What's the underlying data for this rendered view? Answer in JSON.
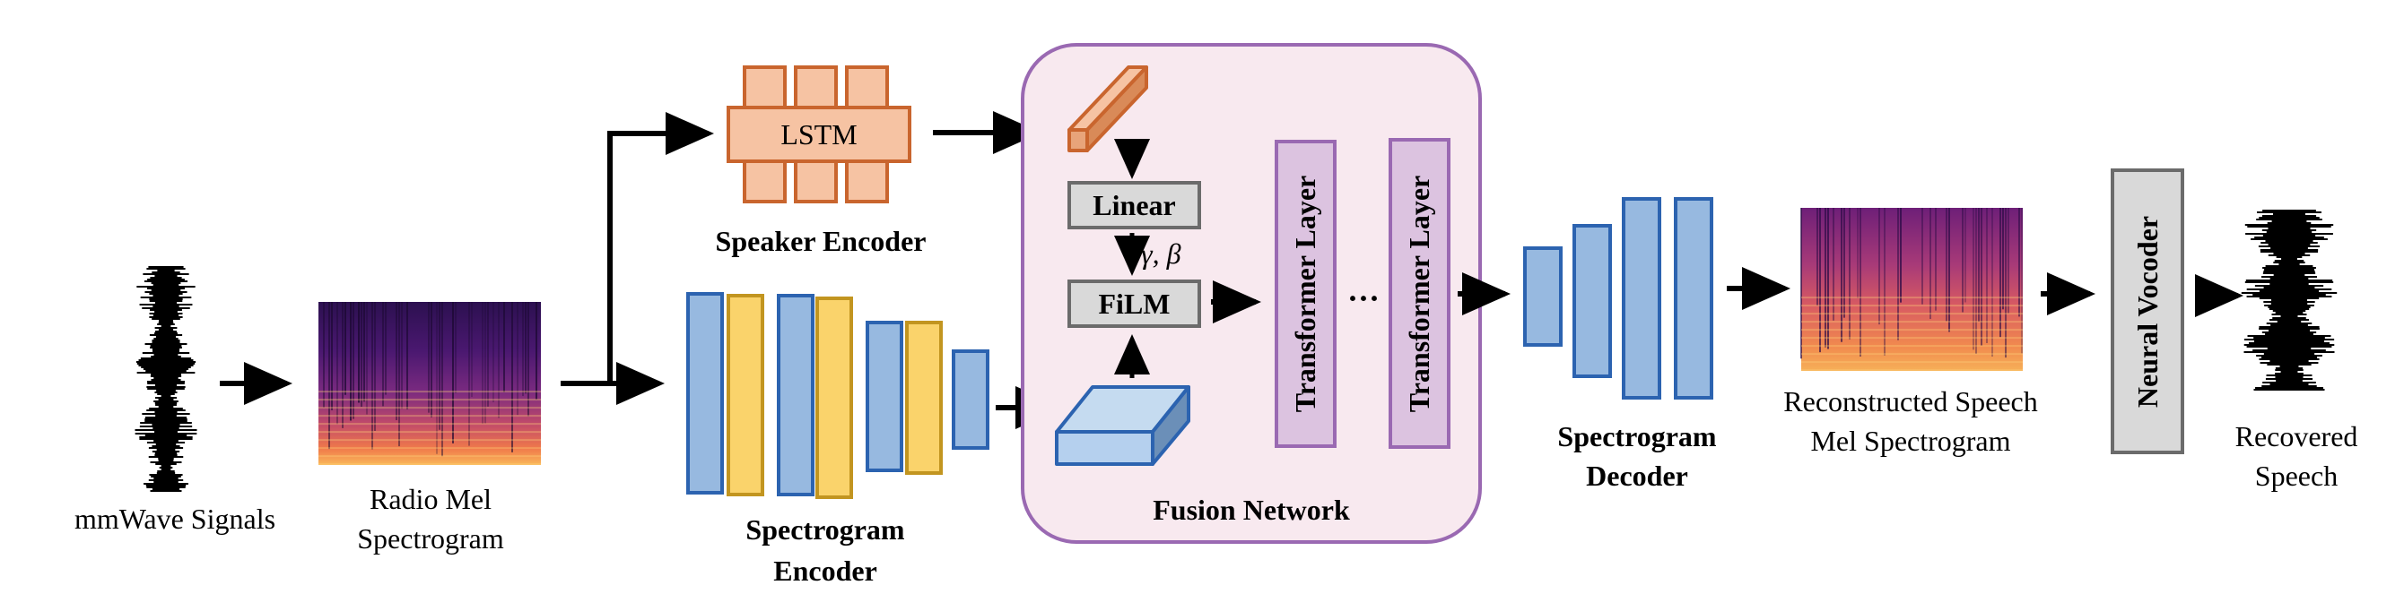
{
  "labels": {
    "mmwave_signals": "mmWave Signals",
    "radio_mel_line1": "Radio Mel",
    "radio_mel_line2": "Spectrogram",
    "lstm": "LSTM",
    "speaker_encoder": "Speaker Encoder",
    "spectrogram_encoder_line1": "Spectrogram",
    "spectrogram_encoder_line2": "Encoder",
    "linear": "Linear",
    "film": "FiLM",
    "gamma_beta": "γ, β",
    "transformer_layer_1": "Transformer Layer",
    "transformer_layer_2": "Transformer Layer",
    "ellipsis": "···",
    "fusion_network": "Fusion Network",
    "spectrogram_decoder_line1": "Spectrogram",
    "spectrogram_decoder_line2": "Decoder",
    "reconstructed_line1": "Reconstructed Speech",
    "reconstructed_line2": "Mel Spectrogram",
    "neural_vocoder": "Neural Vocoder",
    "recovered_line1": "Recovered",
    "recovered_line2": "Speech"
  },
  "colors": {
    "lstm_fill": "#f6c3a3",
    "lstm_stroke": "#c9652e",
    "encoder_blue": "#97b9e0",
    "encoder_blue_stroke": "#2c63b0",
    "encoder_yellow": "#fad36b",
    "encoder_yellow_stroke": "#c29520",
    "fusion_bg": "#f8e9ef",
    "fusion_stroke": "#9a69b2",
    "gray_box": "#d9d9d9",
    "gray_stroke": "#6b6b6b",
    "transformer_fill": "#dcc3e0",
    "transformer_stroke": "#9a69b2"
  }
}
